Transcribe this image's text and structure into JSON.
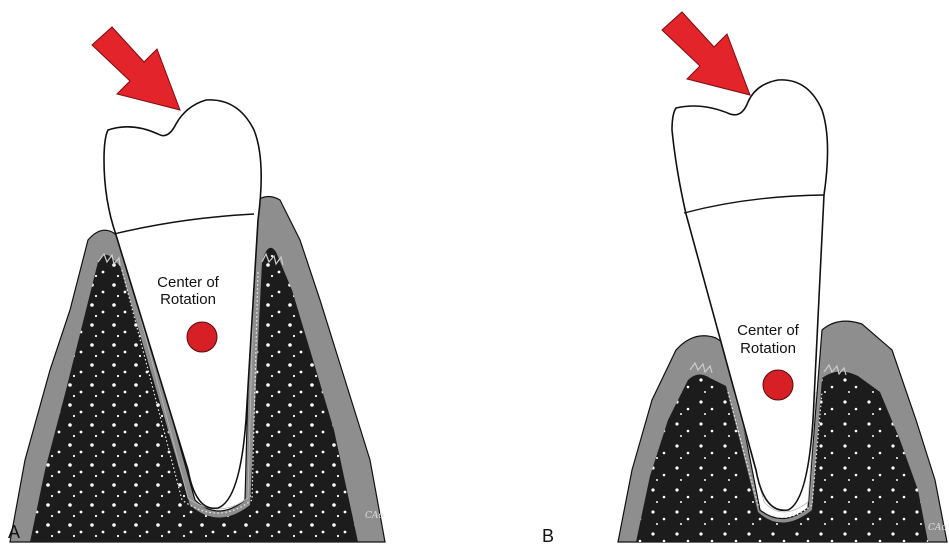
{
  "panels": [
    {
      "letter": "A",
      "label_line1": "Center of",
      "label_line2": "Rotation"
    },
    {
      "letter": "B",
      "label_line1": "Center of",
      "label_line2": "Rotation"
    }
  ],
  "signature": "CAo",
  "colors": {
    "arrow": "#e3242b",
    "center_dot": "#d71f26",
    "bone_dark": "#1c1c1c",
    "bone_cortex": "#8e8e8e",
    "tooth": "#ffffff",
    "outline": "#111111"
  },
  "icons": {
    "force": "red-arrow-icon",
    "center": "red-dot-icon"
  }
}
